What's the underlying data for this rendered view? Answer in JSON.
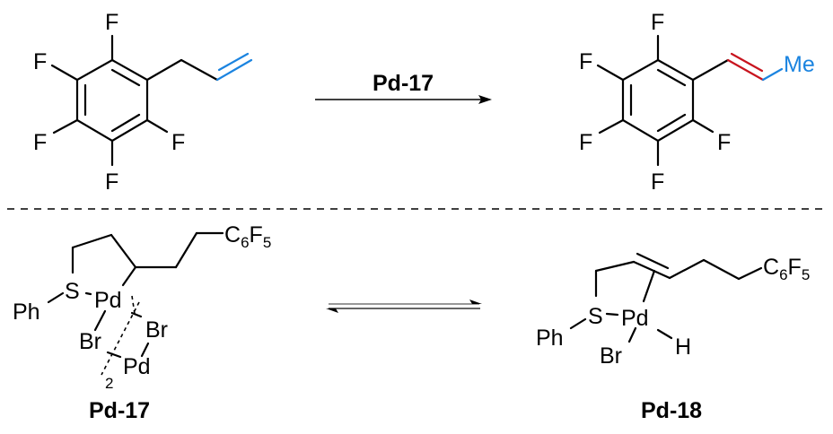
{
  "scheme": {
    "top_reaction": {
      "reactant": {
        "substituents": [
          "F",
          "F",
          "F",
          "F",
          "F"
        ],
        "highlight_color": "#1b84e0"
      },
      "arrow_label": "Pd-17",
      "product": {
        "substituents": [
          "F",
          "F",
          "F",
          "F",
          "F"
        ],
        "end_group": "Me",
        "double_bond_color": "#c8141e",
        "methyl_color": "#1b84e0"
      }
    },
    "bottom_equilibrium": {
      "left_complex": {
        "name": "Pd-17",
        "atoms": {
          "ph": "Ph",
          "s": "S",
          "pd1": "Pd",
          "pd2": "Pd",
          "br1": "Br",
          "br2": "Br",
          "dimer_subscript": "2",
          "aryl_main": "C",
          "aryl_sub1": "6",
          "aryl_f": "F",
          "aryl_sub2": "5"
        }
      },
      "right_complex": {
        "name": "Pd-18",
        "atoms": {
          "ph": "Ph",
          "s": "S",
          "pd": "Pd",
          "br": "Br",
          "h": "H",
          "aryl_main": "C",
          "aryl_sub1": "6",
          "aryl_f": "F",
          "aryl_sub2": "5"
        }
      }
    }
  }
}
